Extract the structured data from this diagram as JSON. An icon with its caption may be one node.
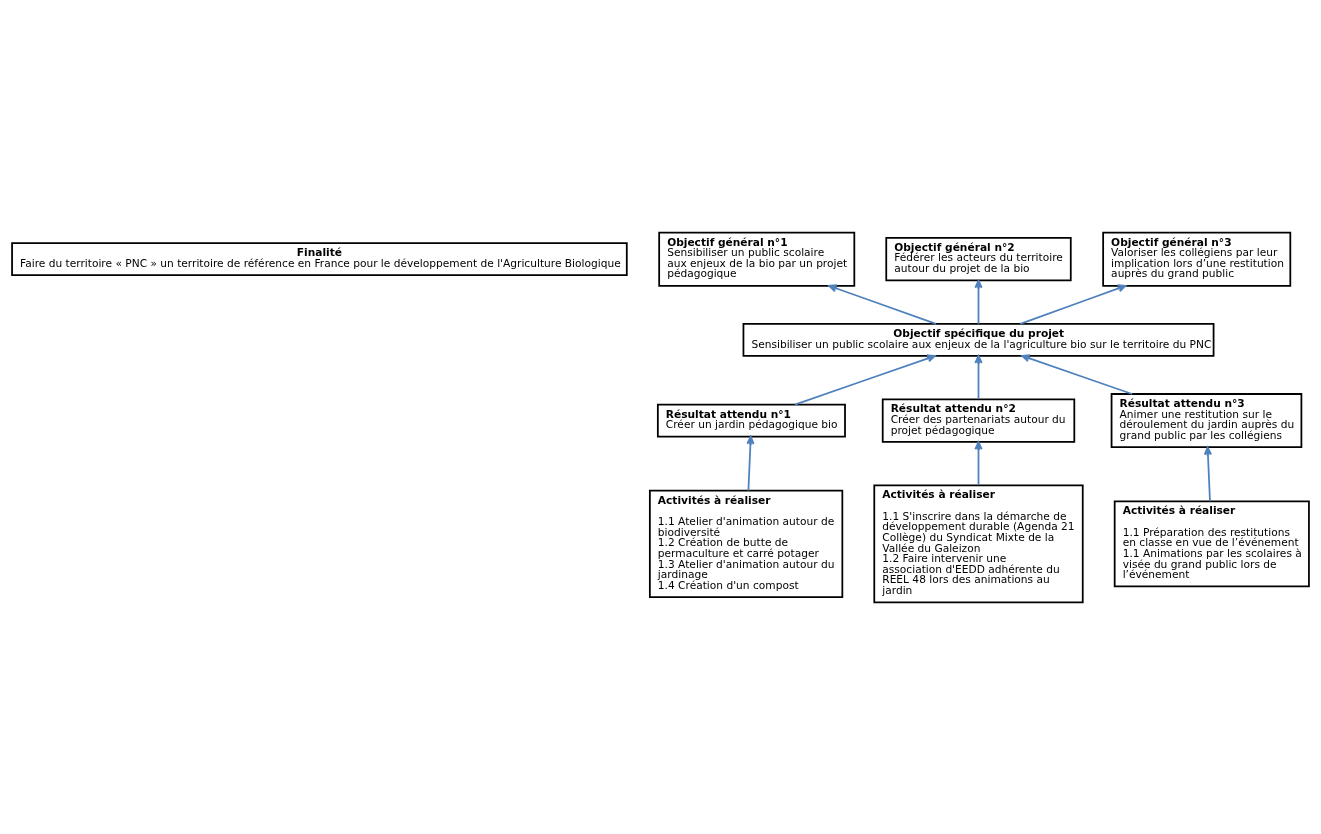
{
  "diagram": {
    "nodes": [
      {
        "text": [
          "Finalité",
          "Faire du territoire « PNC » un territoire de référence en France pour le développement de l'Agriculture Biologique"
        ]
      },
      {
        "text": [
          "Objectif général n°1",
          "Sensibiliser un public scolaire aux enjeux de la bio par un projet pédagogique"
        ]
      },
      {
        "text": [
          "Objectif général n°2",
          "Fédérer les acteurs du territoire autour du projet de la bio"
        ]
      },
      {
        "text": [
          "Objectif général n°3",
          "Valoriser les collégiens par leur implication lors d’une restitution auprès du grand public"
        ]
      },
      {
        "text": [
          "Objectif spécifique du projet",
          "Sensibiliser un public scolaire aux enjeux de la l'agriculture bio sur le territoire du PNC"
        ]
      },
      {
        "text": [
          "Résultat attendu n°1",
          "Créer un jardin pédagogique bio"
        ]
      },
      {
        "text": [
          "Résultat attendu n°2",
          "Créer des partenariats autour du projet pédagogique"
        ]
      },
      {
        "text": [
          "Résultat attendu n°3",
          "Animer une restitution sur le déroulement du jardin auprès du grand public par les collégiens"
        ]
      },
      {
        "text": [
          "Activités à réaliser",
          "1.1 Atelier d'animation autour de biodiversité",
          "1.2 Création de butte de permaculture et carré potager",
          "1.3 Atelier d'animation autour du jardinage",
          "1.4 Création d'un compost"
        ]
      },
      {
        "text": [
          "Activités à réaliser",
          "1.1 S'inscrire dans la démarche de développement durable (Agenda 21 Collège) du Syndicat Mixte de la Vallée du Galeizon",
          "1.2 Faire intervenir une association d'EEDD adhérente du REEL 48 lors des animations au jardin"
        ]
      },
      {
        "text": [
          "Activités à réaliser",
          "1.1 Préparation des restitutions en classe en vue de l’événement",
          "1.1 Animations par les scolaires à visée du grand public lors de l’événement"
        ]
      }
    ],
    "edges": [
      {
        "from": 4,
        "to": 1,
        "arrow": "to"
      },
      {
        "from": 4,
        "to": 2,
        "arrow": "to"
      },
      {
        "from": 4,
        "to": 3,
        "arrow": "to"
      },
      {
        "from": 5,
        "to": 4,
        "arrow": "to"
      },
      {
        "from": 6,
        "to": 4,
        "arrow": "to"
      },
      {
        "from": 7,
        "to": 4,
        "arrow": "to"
      },
      {
        "from": 8,
        "to": 5,
        "arrow": "to"
      },
      {
        "from": 9,
        "to": 6,
        "arrow": "to"
      },
      {
        "from": 10,
        "to": 7,
        "arrow": "to"
      }
    ]
  }
}
